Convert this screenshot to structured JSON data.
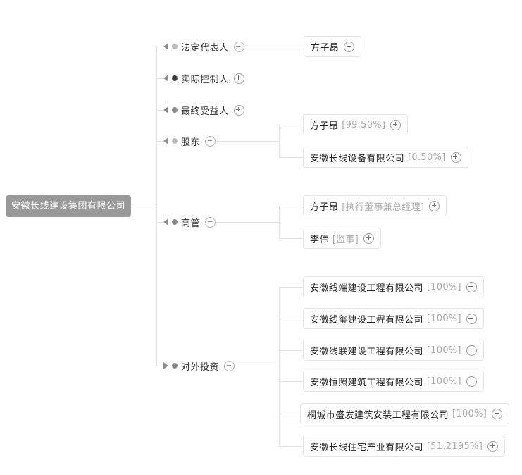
{
  "root": {
    "name": "安徽长线建设集团有限公司"
  },
  "icons": {
    "collapse": "circle-minus-icon",
    "expand": "circle-plus-icon",
    "arrow_left": "triangle-left-icon",
    "arrow_right": "triangle-right-icon"
  },
  "branches": [
    {
      "key": "legal-representative",
      "label": "法定代表人",
      "state": "expanded",
      "arrow": "left",
      "dot": "light",
      "children": [
        {
          "name": "方子昂",
          "meta": ""
        }
      ]
    },
    {
      "key": "actual-controller",
      "label": "实际控制人",
      "state": "collapsed",
      "arrow": "left",
      "dot": "dark",
      "children": []
    },
    {
      "key": "ultimate-beneficiary",
      "label": "最终受益人",
      "state": "collapsed",
      "arrow": "left",
      "dot": "mid",
      "children": []
    },
    {
      "key": "shareholders",
      "label": "股东",
      "state": "expanded",
      "arrow": "left",
      "dot": "light",
      "children": [
        {
          "name": "方子昂",
          "meta": "[99.50%]"
        },
        {
          "name": "安徽长线设备有限公司",
          "meta": "[0.50%]"
        }
      ]
    },
    {
      "key": "executives",
      "label": "高管",
      "state": "expanded",
      "arrow": "left",
      "dot": "mid",
      "children": [
        {
          "name": "方子昂",
          "meta": "[执行董事兼总经理]"
        },
        {
          "name": "李伟",
          "meta": "[监事]"
        }
      ]
    },
    {
      "key": "outbound-investment",
      "label": "对外投资",
      "state": "expanded",
      "arrow": "right",
      "dot": "mid",
      "children": [
        {
          "name": "安徽线端建设工程有限公司",
          "meta": "[100%]"
        },
        {
          "name": "安徽线玺建设工程有限公司",
          "meta": "[100%]"
        },
        {
          "name": "安徽线联建设工程有限公司",
          "meta": "[100%]"
        },
        {
          "name": "安徽恒照建筑工程有限公司",
          "meta": "[100%]"
        },
        {
          "name": "桐城市盛发建筑安装工程有限公司",
          "meta": "[100%]"
        },
        {
          "name": "安徽长线住宅产业有限公司",
          "meta": "[51.2195%]"
        }
      ]
    }
  ],
  "colors": {
    "root_fill": "#999999",
    "line": "#e2e2e2",
    "box_border": "#e6e6e6",
    "text": "#222222",
    "meta_text": "#aaaaaa"
  }
}
